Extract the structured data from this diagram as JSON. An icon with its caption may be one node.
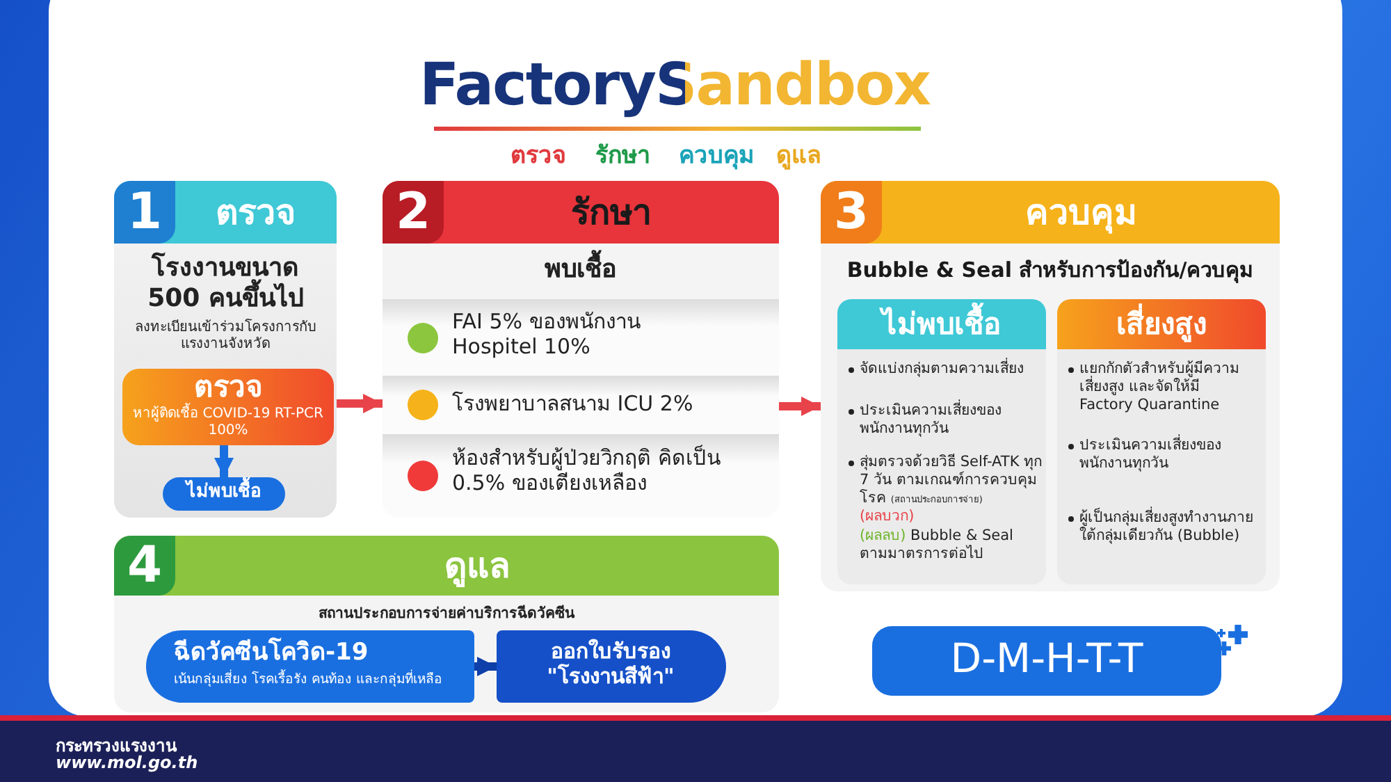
{
  "diagram": {
    "title": "FactorySandbox",
    "nodes": [
      {
        "text": [
          "1",
          "ตรวจ",
          "โรงงานขนาด 500 คนขึ้นไป",
          "ลงทะเบียนเข้าร่วมโครงการกับแรงงานจังหวัด"
        ]
      },
      {
        "text": [
          "ตรวจ",
          "หาผู้ติดเชื้อ COVID-19 RT-PCR 100%"
        ],
        "in": 0
      },
      {
        "text": [
          "ไม่พบเชื้อ"
        ],
        "in": 0
      },
      {
        "text": [
          "2",
          "รักษา",
          "พบเชื้อ"
        ]
      },
      {
        "text": [
          "FAI 5% ของพนักงาน Hospitel 10%"
        ],
        "in": 3
      },
      {
        "text": [
          "โรงพยาบาลสนาม ICU 2%"
        ],
        "in": 3
      },
      {
        "text": [
          "ห้องสำหรับผู้ป่วยวิกฤติ คิดเป็น 0.5% ของเตียงเหลือง"
        ],
        "in": 3
      },
      {
        "text": [
          "3",
          "ควบคุม",
          "Bubble & Seal สำหรับการป้องกัน/ควบคุม"
        ]
      },
      {
        "text": [
          "ไม่พบเชื้อ"
        ],
        "in": 7
      },
      {
        "text": [
          "จัดแบ่งกลุ่มตามความเสี่ยง"
        ],
        "in": 8
      },
      {
        "text": [
          "ประเมินความเสี่ยงของพนักงานทุกวัน"
        ],
        "in": 8
      },
      {
        "text": [
          "สุ่มตรวจด้วยวิธี Self-ATK ทุก 7 วัน ตามเกณฑ์การควบคุมโรค",
          "(สถานประกอบการจ่าย)",
          "(ผลบวก)",
          "(ผลลบ)",
          "Bubble & Seal ตามมาตรการต่อไป"
        ],
        "in": 8
      },
      {
        "text": [
          "เสี่ยงสูง"
        ],
        "in": 7
      },
      {
        "text": [
          "แยกกักตัวสำหรับผู้มีความเสี่ยงสูง และจัดให้มี Factory Quarantine"
        ],
        "in": 12
      },
      {
        "text": [
          "ประเมินความเสี่ยงของพนักงานทุกวัน"
        ],
        "in": 12
      },
      {
        "text": [
          "ผู้เป็นกลุ่มเสี่ยงสูงทำงานภายใต้กลุ่มเดียวกัน (Bubble)"
        ],
        "in": 12
      },
      {
        "text": [
          "4",
          "ดูแล",
          "สถานประกอบการจ่ายค่าบริการฉีดวัคซีน"
        ]
      },
      {
        "text": [
          "ฉีดวัคซีนโควิด-19",
          "เน้นกลุ่มเสี่ยง โรคเรื้อรัง คนท้อง และกลุ่มที่เหลือ"
        ],
        "in": 16
      },
      {
        "text": [
          "ออกใบรับรอง \"โรงงานสีฟ้า\""
        ],
        "in": 16
      },
      {
        "text": [
          "D-M-H-T-T"
        ]
      }
    ],
    "edges": [
      {
        "from": 0,
        "to": 3,
        "arrow": "to"
      },
      {
        "from": 1,
        "to": 2,
        "arrow": "to",
        "color": "#1a6fe0"
      },
      {
        "from": 3,
        "to": 7,
        "arrow": "to"
      },
      {
        "from": 17,
        "to": 18,
        "arrow": "to",
        "color": "#0f3fa8"
      }
    ],
    "labels": [
      "ตรวจ",
      "รักษา",
      "ควบคุม",
      "ดูแล",
      "กระทรวงแรงงาน",
      "www.mol.go.th"
    ]
  }
}
